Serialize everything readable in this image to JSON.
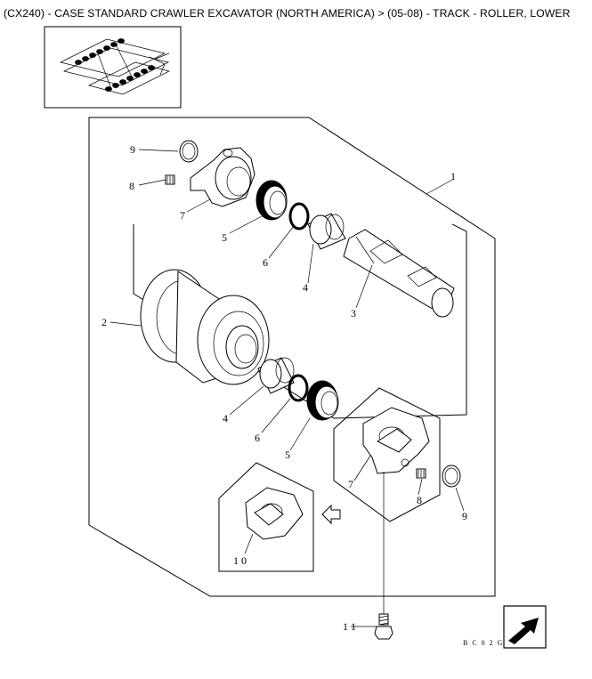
{
  "header": {
    "title": "(CX240) - CASE STANDARD CRAWLER EXCAVATOR (NORTH AMERICA) > (05-08) - TRACK - ROLLER, LOWER"
  },
  "diagram": {
    "callouts": {
      "c1": "1",
      "c2": "2",
      "c3": "3",
      "c4a": "4",
      "c4b": "4",
      "c5a": "5",
      "c5b": "5",
      "c6a": "6",
      "c6b": "6",
      "c7a": "7",
      "c7b": "7",
      "c8a": "8",
      "c8b": "8",
      "c9a": "9",
      "c9b": "9",
      "c10": "1 0",
      "c11": "1 1"
    },
    "reference_code": "B C 0 2 G 0"
  },
  "icons": {
    "nav": "arrow-icon",
    "locator": "thumbnail-locator-icon"
  }
}
